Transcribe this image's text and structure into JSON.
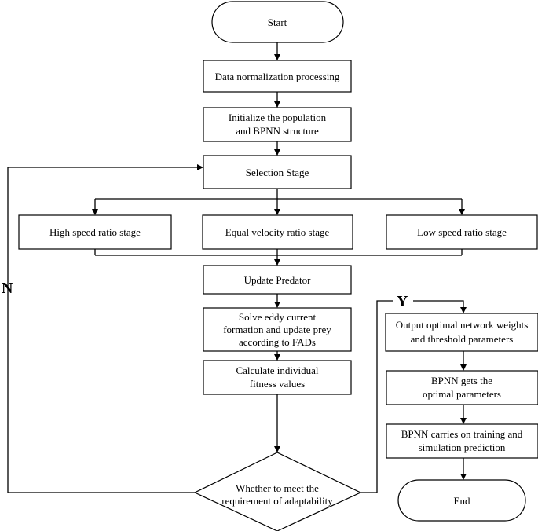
{
  "diagram": {
    "start": "Start",
    "normalize": "Data normalization processing",
    "init": [
      "Initialize the population",
      "and BPNN structure"
    ],
    "selection": "Selection Stage",
    "high": "High speed ratio stage",
    "equal": "Equal velocity ratio stage",
    "low": "Low speed ratio stage",
    "update_predator": "Update Predator",
    "solve": [
      "Solve eddy current",
      "formation and update prey",
      "according to FADs"
    ],
    "calc": [
      "Calculate individual",
      "fitness values"
    ],
    "decision": [
      "Whether to meet the",
      "requirement of adaptability"
    ],
    "no_label": "N",
    "yes_label": "Y",
    "output": [
      "Output optimal network weights",
      "and threshold parameters"
    ],
    "bpnn_gets": [
      "BPNN gets the",
      "optimal parameters"
    ],
    "bpnn_carries": [
      "BPNN carries on training and",
      "simulation prediction"
    ],
    "end": "End"
  }
}
